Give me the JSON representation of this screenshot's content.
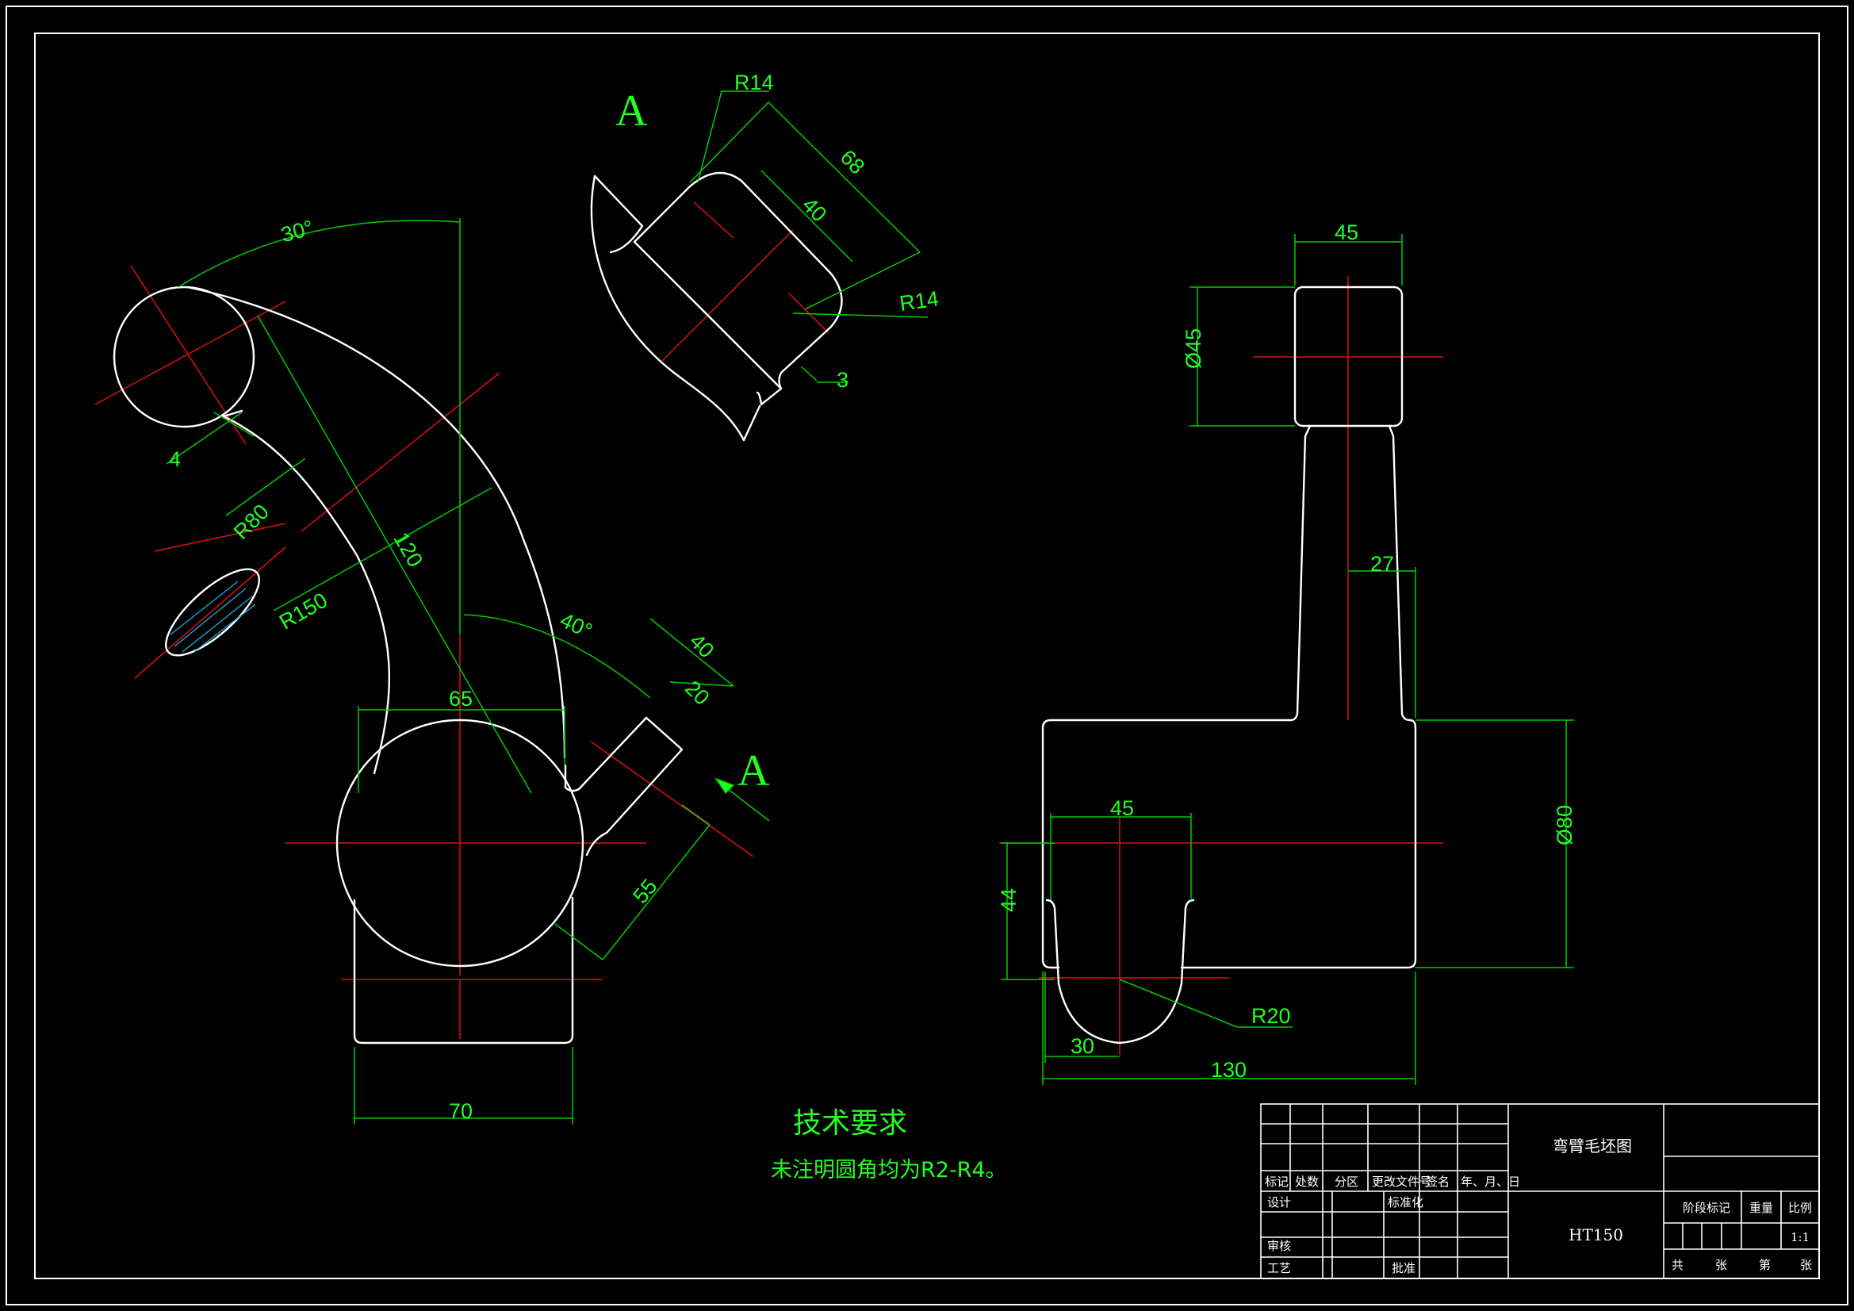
{
  "views": {
    "section_label_top": "A",
    "section_label_side": "A"
  },
  "dimensions": {
    "angle_30": "30°",
    "angle_40": "40°",
    "r80": "R80",
    "r150": "R150",
    "len_120": "120",
    "wall_4": "4",
    "top_width_65": "65",
    "base_width_70": "70",
    "arm_40": "40",
    "arm_20": "20",
    "arm_55": "55",
    "sec_r14_top": "R14",
    "sec_68": "68",
    "sec_40": "40",
    "sec_r14_right": "R14",
    "sec_3": "3",
    "side_45_top": "45",
    "side_dia45": "Ø45",
    "side_27": "27",
    "side_dia80": "Ø80",
    "side_45_bottom": "45",
    "side_44": "44",
    "side_r20": "R20",
    "side_30": "30",
    "side_130": "130"
  },
  "notes": {
    "title": "技术要求",
    "body": "未注明圆角均为R2-R4。"
  },
  "title_block": {
    "drawing_name": "弯臂毛坯图",
    "material": "HT150",
    "row_headers": [
      "标记",
      "处数",
      "分区",
      "更改文件号",
      "签名",
      "年、月、日"
    ],
    "design": "设计",
    "standardization": "标准化",
    "review": "审核",
    "process": "工艺",
    "approve": "批准",
    "stage_mark": "阶段标记",
    "weight": "重量",
    "scale_label": "比例",
    "scale_value": "1:1",
    "total_label": "共",
    "sheets_label": "张",
    "page_label": "第",
    "sheet_label": "张"
  }
}
